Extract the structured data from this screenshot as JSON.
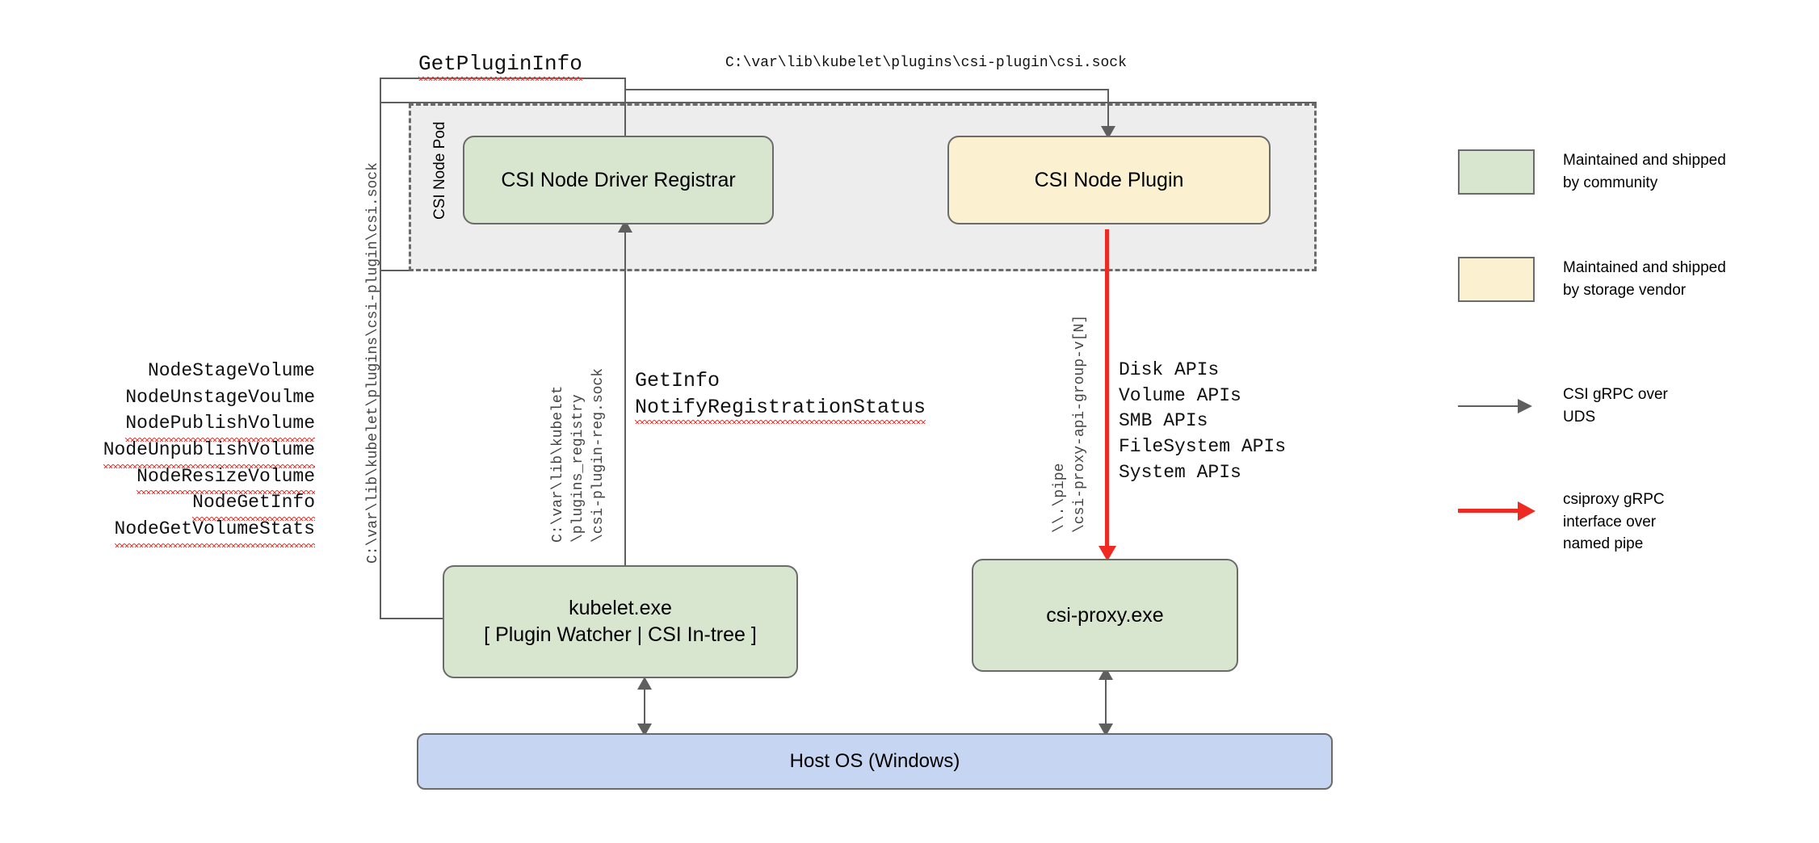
{
  "diagram": {
    "title": "CSI Proxy on Windows architecture",
    "colors": {
      "community_green": "#d8e6d0",
      "vendor_yellow": "#fbf0cf",
      "host_blue": "#c6d5f1",
      "pod_gray": "#ededed",
      "stroke_gray": "#6b6b6b",
      "accent_red": "#ee2a22"
    }
  },
  "pod": {
    "label": "CSI Node Pod"
  },
  "boxes": {
    "registrar": "CSI Node Driver Registrar",
    "node_plugin": "CSI Node Plugin",
    "kubelet_line1": "kubelet.exe",
    "kubelet_line2": "[ Plugin Watcher | CSI In-tree ]",
    "csi_proxy": "csi-proxy.exe",
    "host_os": "Host OS (Windows)"
  },
  "labels": {
    "get_plugin_info": "GetPluginInfo",
    "csi_sock_path": "C:\\var\\lib\\kubelet\\plugins\\csi-plugin\\csi.sock",
    "get_info": "GetInfo",
    "notify_registration_status": "NotifyRegistrationStatus"
  },
  "vertical_labels": {
    "left_socket_path": "C:\\var\\lib\\kubelet\\plugins\\csi-plugin\\csi.sock",
    "registry_path": [
      "C:\\var\\lib\\kubelet",
      "\\plugins_registry",
      "\\csi-plugin-reg.sock"
    ],
    "named_pipe": [
      "\\\\.\\pipe",
      "\\csi-proxy-api-group-v[N]"
    ]
  },
  "node_service_apis": [
    {
      "text": "NodeStageVolume",
      "misspelled": false
    },
    {
      "text": "NodeUnstageVoulme",
      "misspelled": false
    },
    {
      "text": "NodePublishVolume",
      "misspelled": true
    },
    {
      "text": "NodeUnpublishVolume",
      "misspelled": true
    },
    {
      "text": "NodeResizeVolume",
      "misspelled": true
    },
    {
      "text": "NodeGetInfo",
      "misspelled": true
    },
    {
      "text": "NodeGetVolumeStats",
      "misspelled": true
    }
  ],
  "csi_proxy_api_groups": [
    "Disk APIs",
    "Volume APIs",
    "SMB APIs",
    "FileSystem APIs",
    "System APIs"
  ],
  "legend": {
    "items": [
      {
        "kind": "swatch",
        "color": "#d8e6d0",
        "text": "Maintained and shipped\nby community"
      },
      {
        "kind": "swatch",
        "color": "#fbf0cf",
        "text": "Maintained and shipped\nby storage vendor"
      },
      {
        "kind": "arrow",
        "color": "#5f5f5f",
        "text": "CSI gRPC over\nUDS"
      },
      {
        "kind": "arrow",
        "color": "#ee2a22",
        "text": "csiproxy gRPC\ninterface over\nnamed pipe"
      }
    ]
  }
}
